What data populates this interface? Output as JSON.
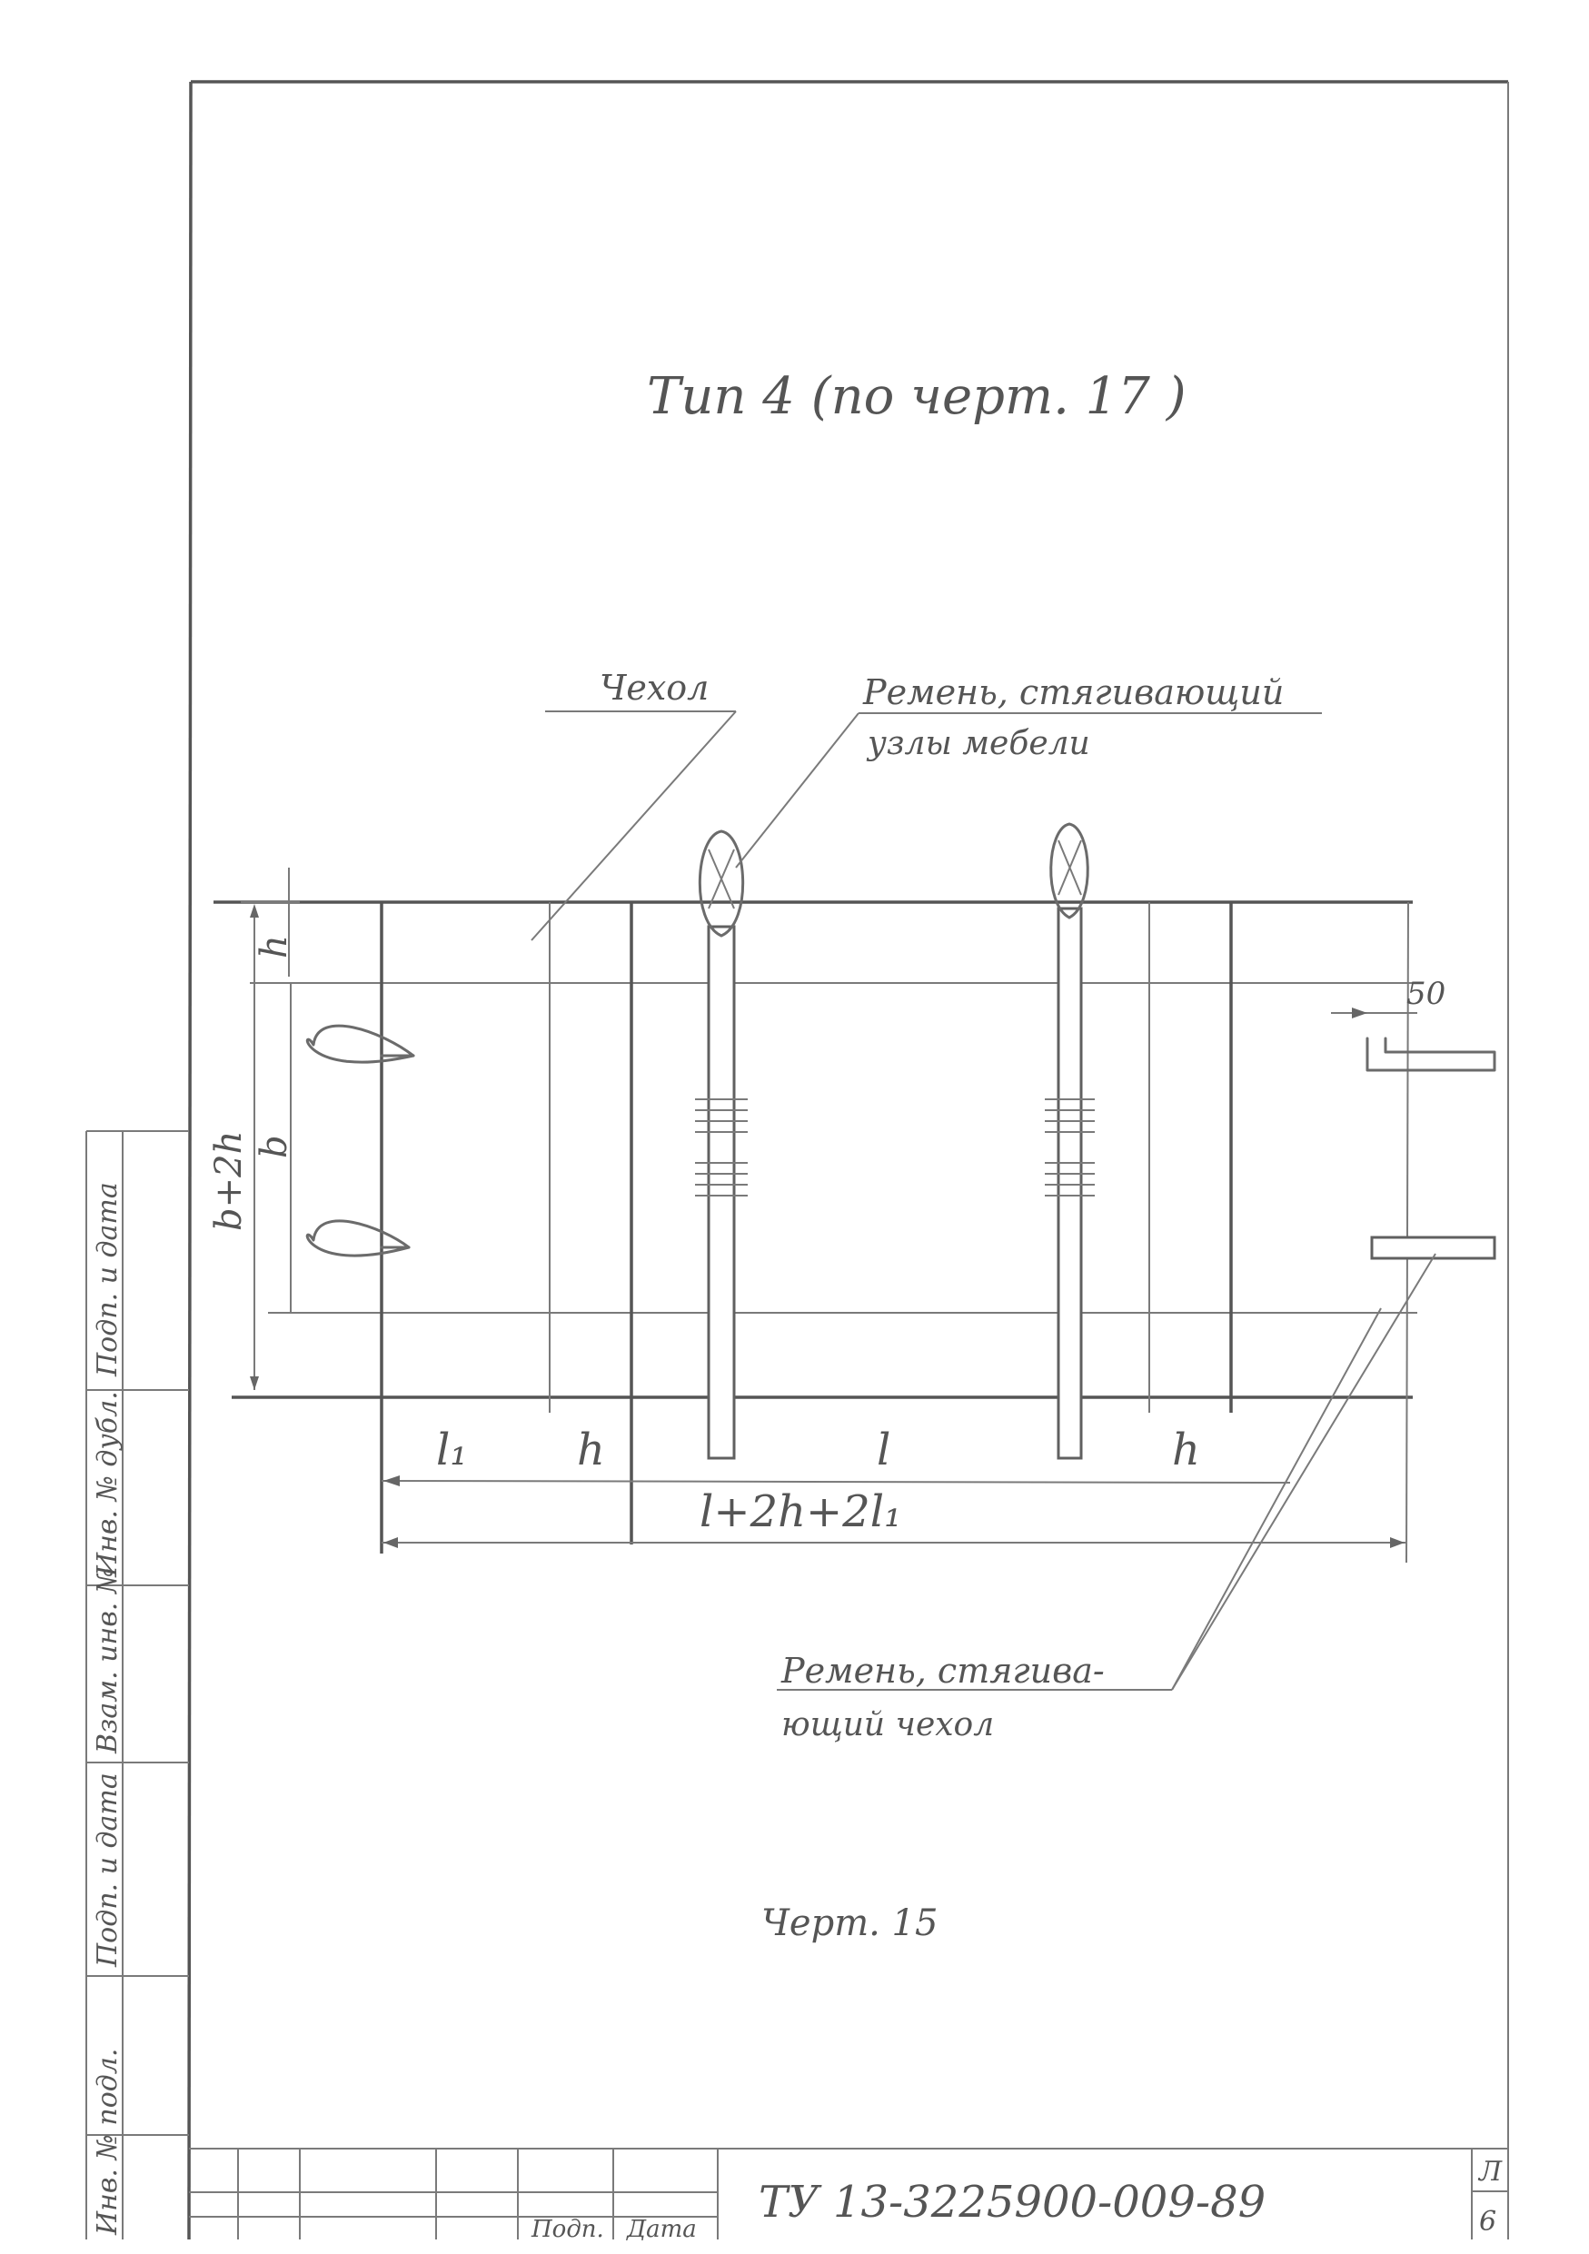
{
  "drawing": {
    "title": "Тип 4 (по черт. 17 )",
    "caption": "Черт. 15"
  },
  "leaders": {
    "cover": "Чехол",
    "strap_furniture_line1": "Ремень, стягивающий",
    "strap_furniture_line2": "узлы мебели",
    "strap_cover_line1": "Ремень, стягива-",
    "strap_cover_line2": "ющий  чехол"
  },
  "dimensions": {
    "l1": "l₁",
    "h_left": "h",
    "l": "l",
    "h_right": "h",
    "total": "l+2h+2l₁",
    "vertical_total": "b+2h",
    "vertical_h": "h",
    "vertical_b": "b",
    "gap": "50"
  },
  "side_strip": {
    "labels": [
      "Подп. и дата",
      "Инв. № дубл.",
      "Взам. инв. №",
      "Подп. и дата",
      "Инв. № подл."
    ]
  },
  "title_block": {
    "document_number": "ТУ 13-3225900-009-89",
    "col_sign": "Подп.",
    "col_date": "Дата",
    "sheet_label": "Л",
    "sheet_number": "6"
  },
  "colors": {
    "ink": "#6b6b6b",
    "paper": "#ffffff"
  }
}
